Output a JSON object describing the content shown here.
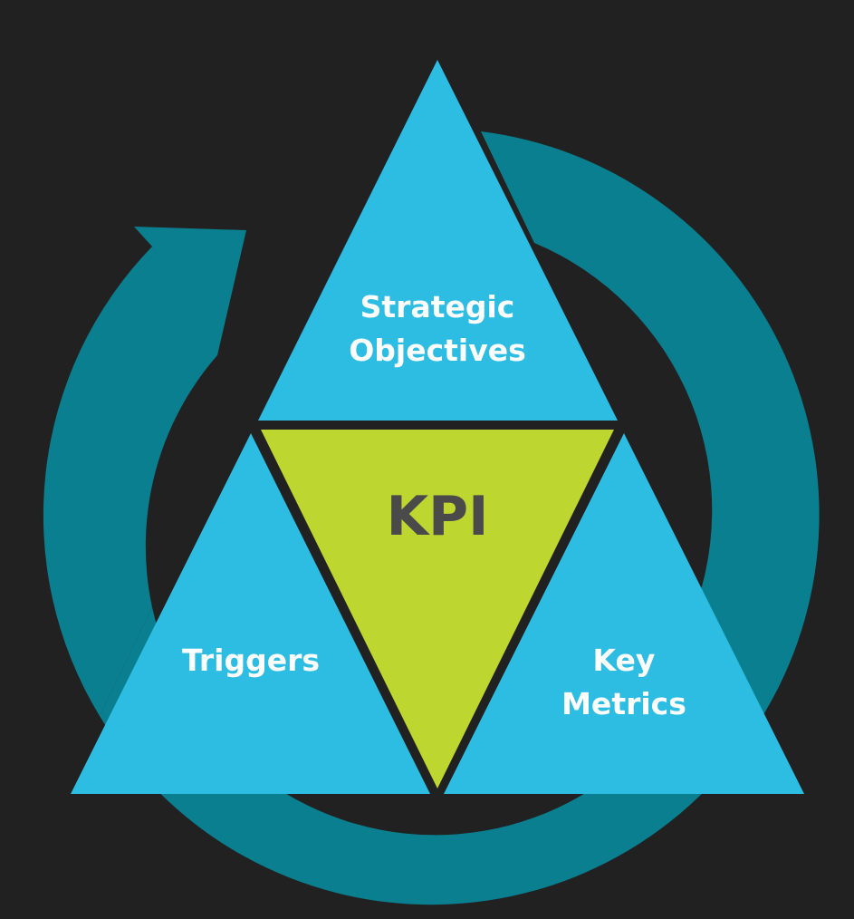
{
  "colors": {
    "background": "#212121",
    "ring": "#0a7f8f",
    "outer_triangles": "#2dbce2",
    "center_triangle": "#bdd630",
    "label_text": "#ffffff",
    "center_text": "#4a4a4a"
  },
  "diagram": {
    "center_label": "KPI",
    "top": {
      "line1": "Strategic",
      "line2": "Objectives"
    },
    "left": {
      "line1": "Triggers"
    },
    "right": {
      "line1": "Key",
      "line2": "Metrics"
    }
  },
  "icons": {
    "cycle_arrow": "curved-arrow-icon"
  }
}
